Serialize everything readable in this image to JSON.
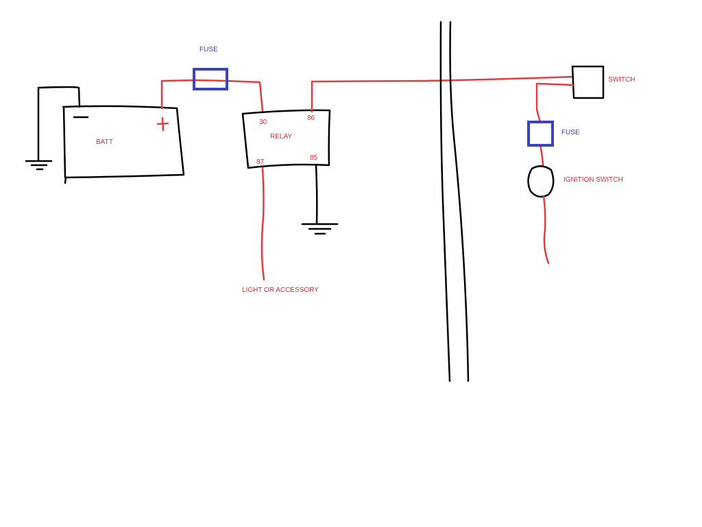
{
  "colors": {
    "wire_positive": "#e53a3f",
    "wire_ground": "#000000",
    "fuse": "#3a44c0",
    "label_red": "#e0303a",
    "label_blue": "#3a3fb0"
  },
  "battery": {
    "label": "BATT",
    "negative_symbol": "−",
    "positive_symbol": "+"
  },
  "fuse_main": {
    "label": "FUSE"
  },
  "relay": {
    "label": "RELAY",
    "pin_30": "30",
    "pin_86": "86",
    "pin_87": "87",
    "pin_85": "85"
  },
  "switch": {
    "label": "SWITCH"
  },
  "fuse_switch": {
    "label": "FUSE"
  },
  "ignition": {
    "label": "IGNITION SWITCH"
  },
  "load": {
    "label": "LIGHT OR ACCESSORY"
  }
}
